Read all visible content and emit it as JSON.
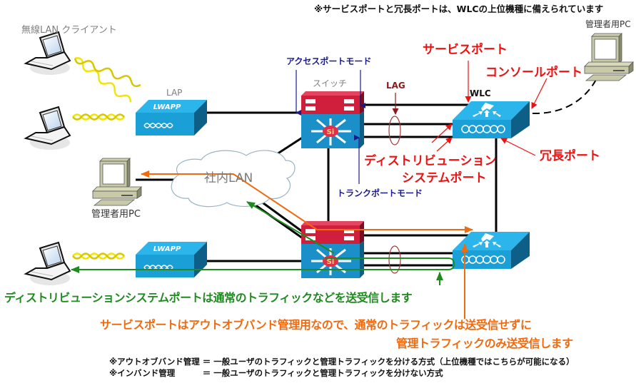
{
  "top_note": "※サービスポートと冗長ポートは、WLCの上位機種に備えられています",
  "labels": {
    "wireless_clients": "無線LAN クライアント",
    "lap": "LAP",
    "lwapp": "LWAPP",
    "switch": "スイッチ",
    "wlc": "WLC",
    "lag": "LAG",
    "access_port_mode": "アクセスポートモード",
    "trunk_port_mode": "トランクポートモード",
    "corporate_lan": "社内LAN",
    "admin_pc_left": "管理者用PC",
    "admin_pc_right": "管理者用PC",
    "service_port": "サービスポート",
    "console_port": "コンソールポート",
    "distribution_port_line1": "ディストリビューション",
    "distribution_port_line2": "システムポート",
    "redundant_port": "冗長ポート",
    "switch_logo": "Si"
  },
  "captions": {
    "green": "ディストリビューションシステムポートは通常のトラフィックなどを送受信します",
    "orange_line1": "サービスポートはアウトオブバンド管理用なので、通常のトラフィックは送受信せずに",
    "orange_line2": "管理トラフィックのみ送受信します"
  },
  "notes": [
    "※アウトオブバンド管理 ＝ 一般ユーザのトラフィックと管理トラフィックを分ける方式（上位機種ではこちらが可能になる）",
    "※インバンド管理　　　 ＝ 一般ユーザのトラフィックと管理トラフィックを分けない方式"
  ],
  "colors": {
    "device_blue": "#1a9fd6",
    "device_blue_dark": "#0d5f87",
    "switch_red": "#d01f3c",
    "management_traffic": "#f06a10",
    "data_traffic": "#1f8a1f",
    "annotation_red": "#ee1111",
    "annotation_navy": "#1a1a8c",
    "lag_ring": "#a33a3a",
    "wireless_signal": "#f2e600"
  }
}
